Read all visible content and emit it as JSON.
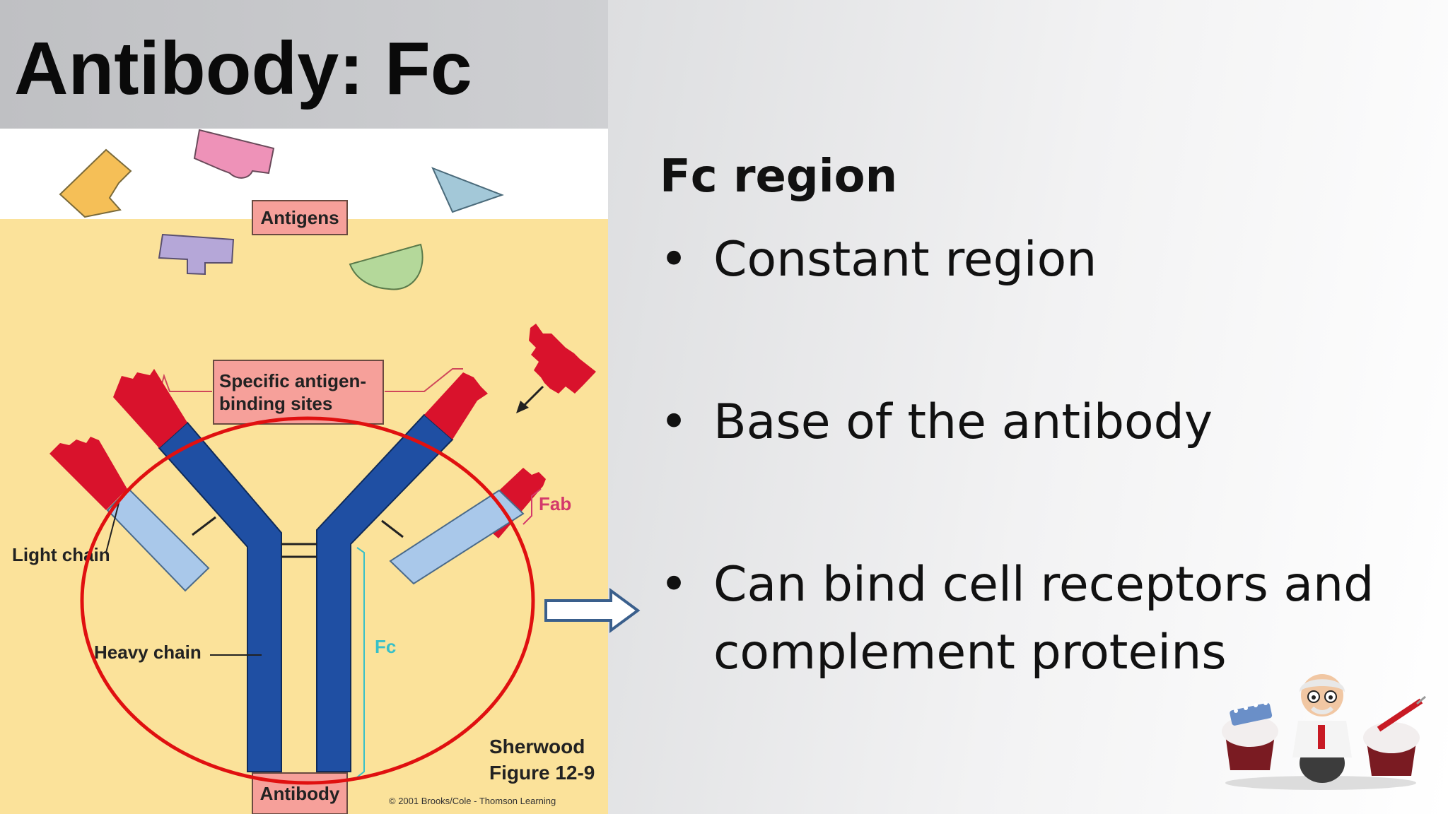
{
  "slide": {
    "title": "Antibody: Fc"
  },
  "figure": {
    "labels": {
      "antigens": "Antigens",
      "binding_sites_line1": "Specific antigen-",
      "binding_sites_line2": "binding sites",
      "fab": "Fab",
      "light_chain": "Light chain",
      "heavy_chain": "Heavy chain",
      "fc": "Fc",
      "antibody": "Antibody",
      "credit_line1": "Sherwood",
      "credit_line2": "Figure 12-9",
      "copyright": "© 2001 Brooks/Cole - Thomson Learning"
    },
    "colors": {
      "background": "#fbe29a",
      "heavy_chain": "#1f4fa3",
      "light_chain": "#a9c8ea",
      "variable_region": "#d9122c",
      "highlight_circle": "#e01010",
      "fab_label": "#d4396b",
      "fc_label": "#38c0c8"
    }
  },
  "content": {
    "heading": "Fc region",
    "bullets": [
      "Constant region",
      "Base of the antibody",
      "Can bind cell receptors and complement proteins"
    ]
  },
  "icons": {
    "arrow": "right-arrow-icon",
    "mascot": "scientist-cupcake-icon"
  }
}
